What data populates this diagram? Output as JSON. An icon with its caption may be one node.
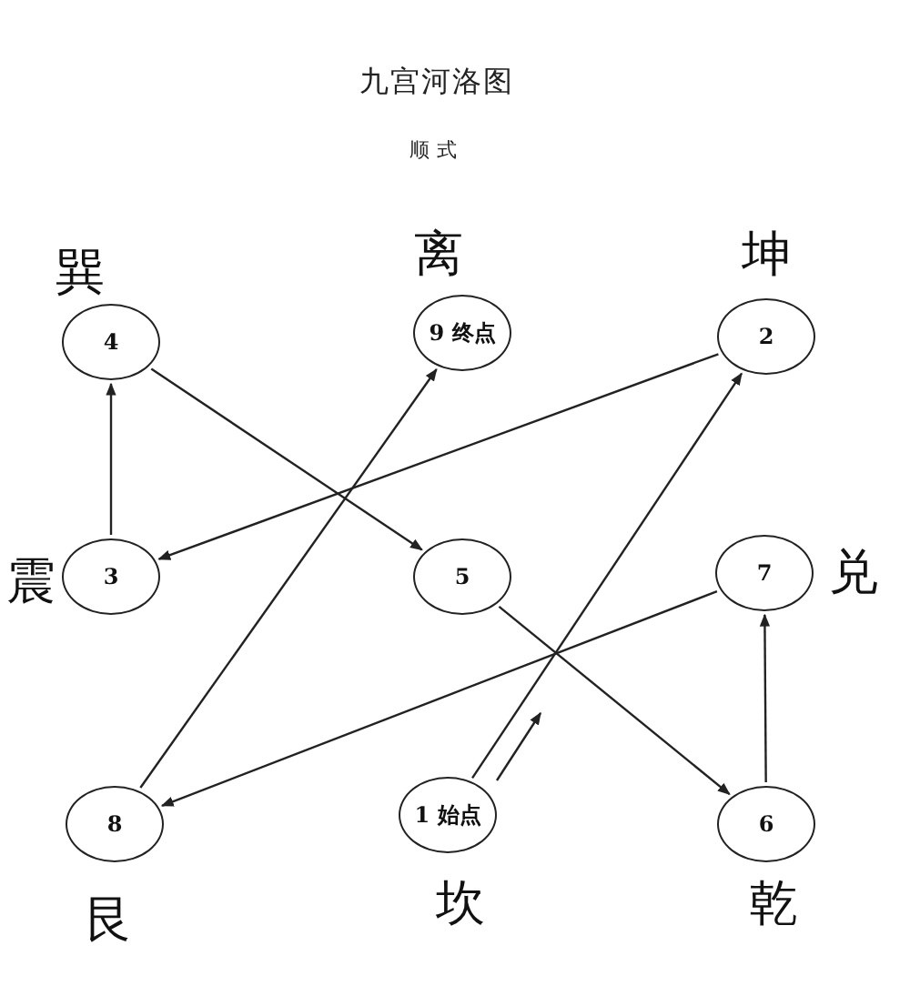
{
  "diagram": {
    "title": "九宫河洛图",
    "nodes": [
      {
        "text": [
          "4"
        ],
        "beside": [
          "巽"
        ]
      },
      {
        "text": [
          "9 终点"
        ],
        "beside": [
          "离"
        ]
      },
      {
        "text": [
          "2"
        ],
        "beside": [
          "坤"
        ]
      },
      {
        "text": [
          "3"
        ],
        "beside": [
          "震"
        ]
      },
      {
        "text": [
          "5"
        ]
      },
      {
        "text": [
          "7"
        ],
        "beside": [
          "兑"
        ]
      },
      {
        "text": [
          "8"
        ],
        "beside": [
          "艮"
        ]
      },
      {
        "text": [
          "1 始点"
        ],
        "beside": [
          "坎"
        ]
      },
      {
        "text": [
          "6"
        ],
        "beside": [
          "乾"
        ]
      }
    ],
    "edges": [
      {
        "from": 7,
        "to": 2,
        "arrow": "to"
      },
      {
        "from": 2,
        "to": 3,
        "arrow": "to"
      },
      {
        "from": 3,
        "to": 0,
        "arrow": "to"
      },
      {
        "from": 0,
        "to": 4,
        "arrow": "to"
      },
      {
        "from": 4,
        "to": 8,
        "arrow": "to"
      },
      {
        "from": 8,
        "to": 5,
        "arrow": "to"
      },
      {
        "from": 5,
        "to": 6,
        "arrow": "to"
      },
      {
        "from": 6,
        "to": 1,
        "arrow": "to"
      }
    ],
    "labels": [
      "顺式"
    ]
  }
}
